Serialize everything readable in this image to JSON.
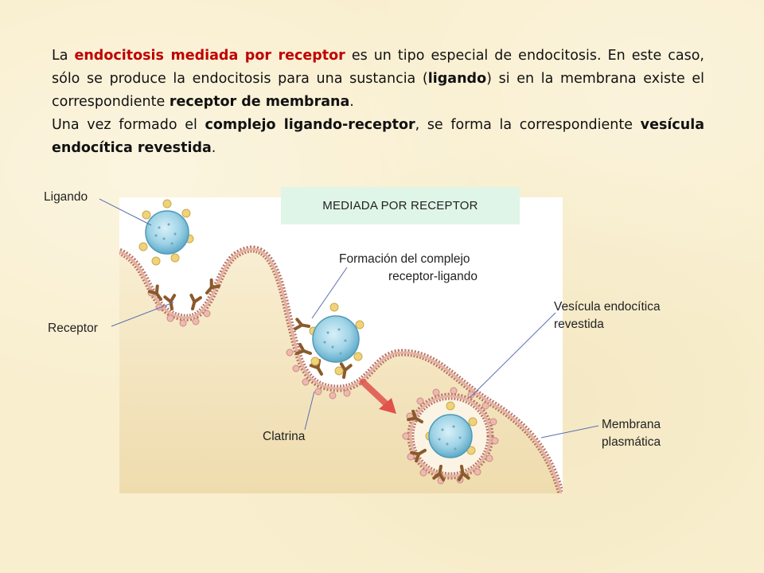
{
  "paragraph1": {
    "t1": "La ",
    "t2": "endocitosis mediada por receptor",
    "t3": " es un tipo especial de endocitosis. En este caso, sólo se produce la endocitosis para una sustancia (",
    "t4": "ligando",
    "t5": ") si en la membrana existe el correspondiente ",
    "t6": "receptor de membrana",
    "t7": "."
  },
  "paragraph2": {
    "t1": "Una vez formado el ",
    "t2": "complejo ligando-receptor",
    "t3": ", se forma la correspondiente ",
    "t4": "vesícula endocítica revestida",
    "t5": "."
  },
  "diagram": {
    "banner": "MEDIADA POR RECEPTOR",
    "labels": {
      "ligando": "Ligando",
      "receptor": "Receptor",
      "complejo_line1": "Formación del complejo",
      "complejo_line2": "receptor-ligando",
      "vesicula_line1": "Vesícula endocítica",
      "vesicula_line2": "revestida",
      "clatrina": "Clatrina",
      "membrana_line1": "Membrana",
      "membrana_line2": "plasmática"
    },
    "colors": {
      "membrane": "#c9897a",
      "cytoplasm": "#f7ebce",
      "vesicle": "#8fcbe0",
      "ligand": "#f0d27a",
      "receptor": "#8a5a2b",
      "arrow": "#e0524a",
      "banner": "#dff5e7"
    }
  }
}
